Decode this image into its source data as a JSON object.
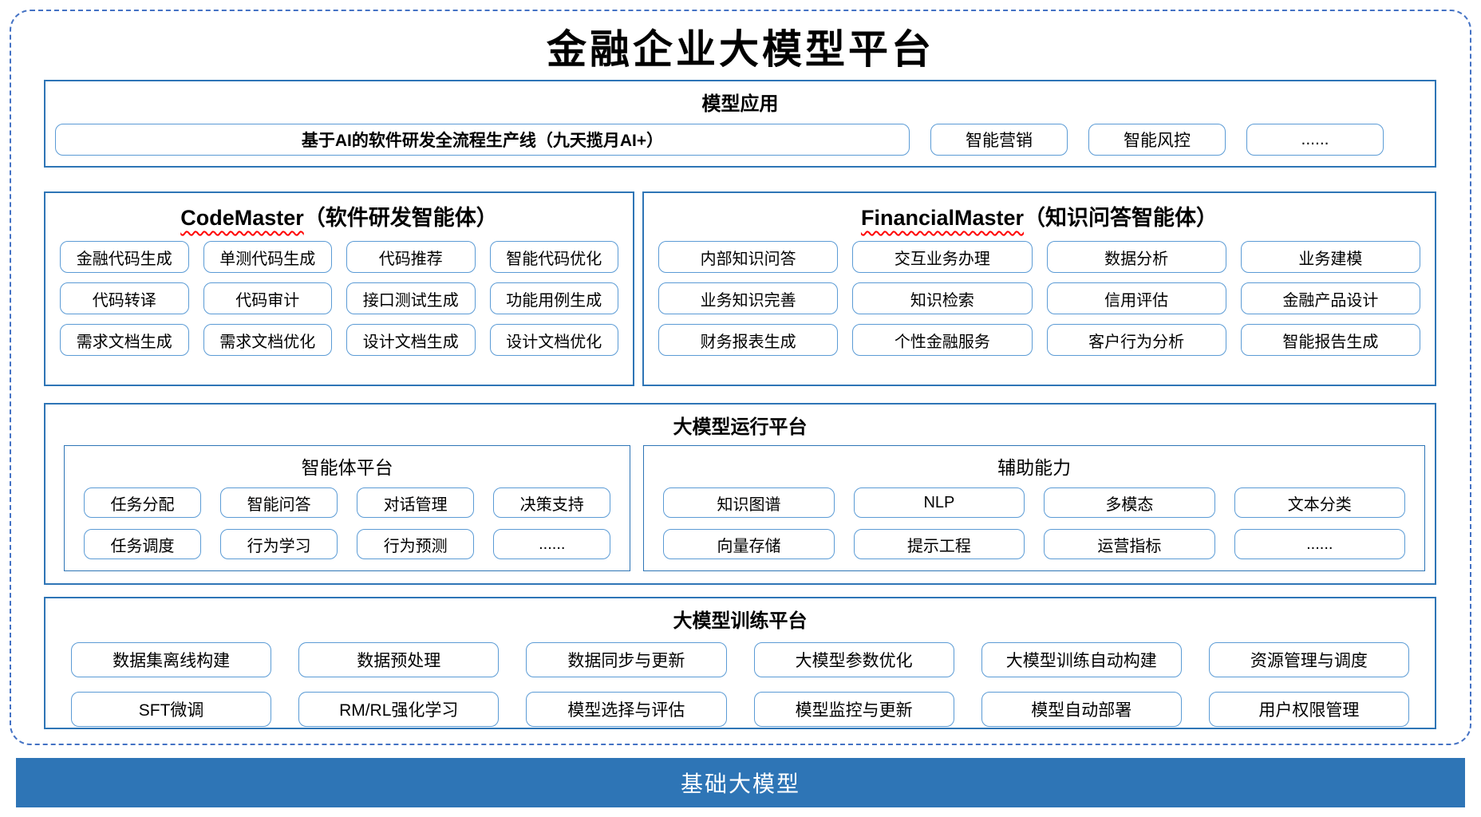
{
  "title": "金融企业大模型平台",
  "colors": {
    "section_border": "#2E75B6",
    "pill_border": "#5B9BD5",
    "outer_dashed_border": "#4472C4",
    "foundation_bar_bg": "#2E75B6",
    "foundation_bar_text": "#FFFFFF",
    "spellcheck_underline": "#FF0000"
  },
  "sections": {
    "model_app": {
      "header": "模型应用",
      "main_pill": "基于AI的软件研发全流程生产线（九天揽月AI+）",
      "pills": [
        "智能营销",
        "智能风控",
        "......"
      ]
    },
    "code_master": {
      "header_en": "CodeMaster",
      "header_zh": "（软件研发智能体）",
      "items": [
        "金融代码生成",
        "单测代码生成",
        "代码推荐",
        "智能代码优化",
        "代码转译",
        "代码审计",
        "接口测试生成",
        "功能用例生成",
        "需求文档生成",
        "需求文档优化",
        "设计文档生成",
        "设计文档优化"
      ]
    },
    "financial_master": {
      "header_en": "FinancialMaster",
      "header_zh": "（知识问答智能体）",
      "items": [
        "内部知识问答",
        "交互业务办理",
        "数据分析",
        "业务建模",
        "业务知识完善",
        "知识检索",
        "信用评估",
        "金融产品设计",
        "财务报表生成",
        "个性金融服务",
        "客户行为分析",
        "智能报告生成"
      ]
    },
    "runtime": {
      "header": "大模型运行平台",
      "agent_platform": {
        "header": "智能体平台",
        "items": [
          "任务分配",
          "智能问答",
          "对话管理",
          "决策支持",
          "任务调度",
          "行为学习",
          "行为预测",
          "......"
        ]
      },
      "aux_ability": {
        "header": "辅助能力",
        "items": [
          "知识图谱",
          "NLP",
          "多模态",
          "文本分类",
          "向量存储",
          "提示工程",
          "运营指标",
          "......"
        ]
      }
    },
    "training": {
      "header": "大模型训练平台",
      "items": [
        "数据集离线构建",
        "数据预处理",
        "数据同步与更新",
        "大模型参数优化",
        "大模型训练自动构建",
        "资源管理与调度",
        "SFT微调",
        "RM/RL强化学习",
        "模型选择与评估",
        "模型监控与更新",
        "模型自动部署",
        "用户权限管理"
      ]
    },
    "foundation": {
      "label": "基础大模型"
    }
  }
}
